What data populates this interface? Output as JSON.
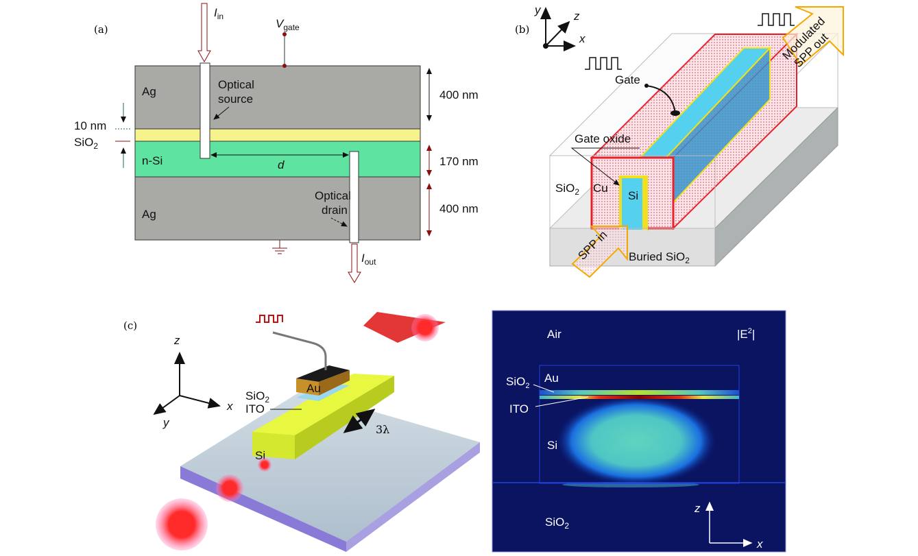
{
  "panel_a": {
    "tag": "(a)",
    "i_in": "I",
    "i_in_sub": "in",
    "v_gate": "V",
    "v_gate_sub": "gate",
    "ag_top": "Ag",
    "ag_bottom": "Ag",
    "optical_source": [
      "Optical",
      "source"
    ],
    "optical_drain": [
      "Optical",
      "drain"
    ],
    "oxide_thickness": "10 nm",
    "oxide": "SiO",
    "oxide_sub": "2",
    "n_si": "n-Si",
    "distance": "d",
    "dim_top": "400 nm",
    "dim_mid": "170 nm",
    "dim_bottom": "400 nm",
    "i_out": "I",
    "i_out_sub": "out",
    "colors": {
      "ag": "#a9a9a5",
      "oxide": "#f6f28c",
      "si": "#5fe3a1"
    }
  },
  "panel_b": {
    "tag": "(b)",
    "axis_x": "x",
    "axis_y": "y",
    "axis_z": "z",
    "gate": "Gate",
    "gate_oxide": "Gate oxide",
    "sio2": "SiO",
    "sio2_sub": "2",
    "cu": "Cu",
    "si": "Si",
    "spp_in": "SPP in",
    "spp_out": [
      "Modulated",
      "SPP out"
    ],
    "buried": "Buried SiO",
    "buried_sub": "2"
  },
  "panel_c": {
    "tag": "(c)",
    "axis_x": "x",
    "axis_y": "y",
    "axis_z": "z",
    "au": "Au",
    "sio2": "SiO",
    "sio2_sub": "2",
    "ito": "ITO",
    "si": "Si",
    "length": "3λ"
  },
  "panel_d": {
    "air": "Air",
    "field": "|E",
    "field_sup": "2",
    "field_end": "|",
    "sio2": "SiO",
    "sio2_sub": "2",
    "au": "Au",
    "ito": "ITO",
    "si": "Si",
    "sub_sio2": "SiO",
    "sub_sio2_sub": "2",
    "axis_z": "z",
    "axis_x": "x"
  }
}
